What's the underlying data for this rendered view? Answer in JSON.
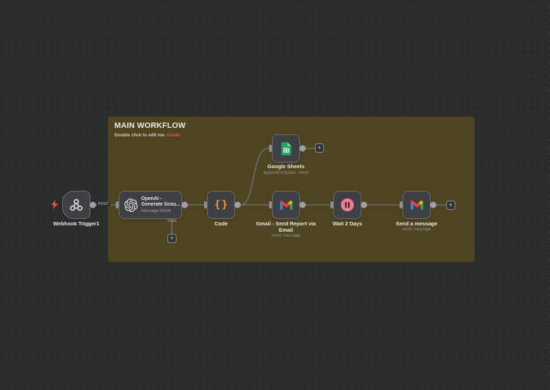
{
  "canvas": {
    "background": "#2b2c2c",
    "dot_color": "#3a3c3c"
  },
  "sticky": {
    "title": "MAIN WORKFLOW",
    "body_text": "Double click to edit me.",
    "link_label": "Guide",
    "bg_color": "#4e4420",
    "link_color": "#e2593c"
  },
  "nodes": {
    "webhook": {
      "label": "Webhook Trigger1",
      "method": "POST",
      "icon": "webhook-icon"
    },
    "openai": {
      "title_line1": "OpenAI -",
      "title_line2": "Generate Scou...",
      "subtitle": "Message Model",
      "tools_port_label": "Tools",
      "icon": "openai-icon"
    },
    "code": {
      "label": "Code",
      "glyph": "{}",
      "icon": "code-braces-icon",
      "glyph_color": "#ef9b3a"
    },
    "sheets": {
      "label": "Google Sheets",
      "subtitle": "appendOrUpdate: sheet",
      "icon": "google-sheets-icon",
      "green": "#21a464"
    },
    "gmail": {
      "label": "Gmail - Send Report via Email",
      "subtitle": "send: message",
      "icon": "gmail-icon"
    },
    "wait": {
      "label": "Wait 2 Days",
      "icon": "pause-icon",
      "pink": "#ee7e98"
    },
    "send": {
      "label": "Send a message",
      "subtitle": "send: message",
      "icon": "gmail-icon"
    }
  },
  "connectors": {
    "plus": "+"
  },
  "colors": {
    "bolt_orange": "#e2543f",
    "gmail_blue": "#4285F4",
    "gmail_red": "#EA4335",
    "gmail_yellow": "#FBBC04",
    "gmail_green": "#34A853",
    "edge_gray": "#6b6d6f"
  }
}
